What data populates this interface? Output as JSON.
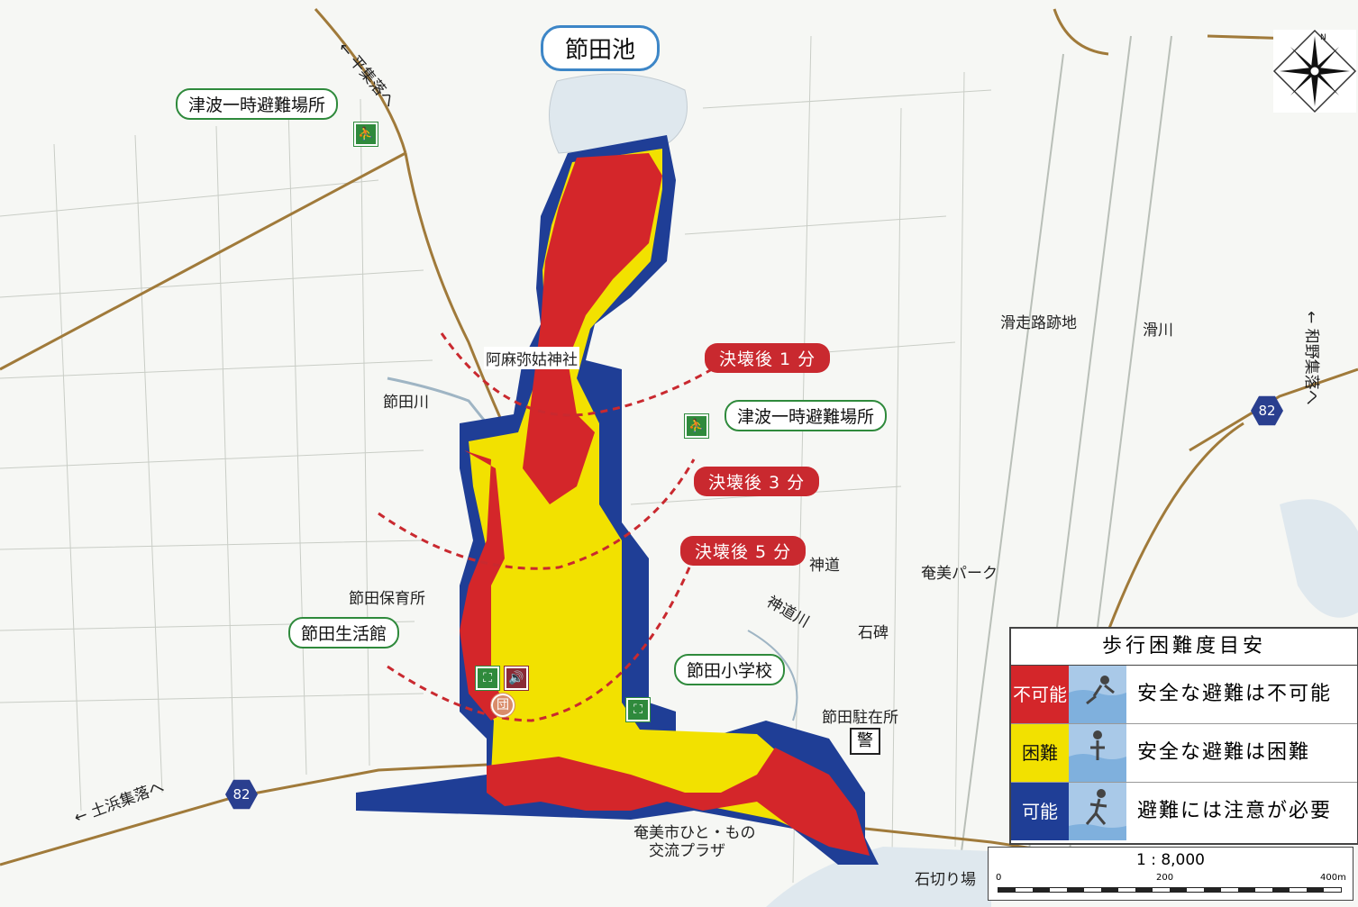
{
  "map": {
    "title": "節田池",
    "places": {
      "tsunami_refuge_a": "津波一時避難場所",
      "tsunami_refuge_b": "津波一時避難場所",
      "shrine": "阿麻弥姑神社",
      "river_setada": "節田川",
      "nursery": "節田保育所",
      "community_hall": "節田生活館",
      "elementary_school": "節田小学校",
      "kamimichi": "神道",
      "kamimichi_river": "神道川",
      "stone_monument": "石碑",
      "amami_park": "奄美パーク",
      "runway_ruins": "滑走路跡地",
      "namekawa": "滑川",
      "police_box": "節田駐在所",
      "plaza_line1": "奄美市ひと・もの",
      "plaza_line2": "交流プラザ",
      "quarry": "石切り場",
      "to_hira": "← 平集落へ",
      "to_wano": "← 和野集落へ",
      "to_dohama": "← 土浜集落へ"
    },
    "route_number": "82",
    "police_symbol": "警",
    "fire_symbol": "団",
    "breach_labels": [
      "決壊後 1 分",
      "決壊後 3 分",
      "決壊後 5 分"
    ]
  },
  "legend": {
    "title": "歩行困難度目安",
    "rows": [
      {
        "label": "不可能",
        "desc": "安全な避難は不可能",
        "color": "#d4262a"
      },
      {
        "label": "困難",
        "desc": "安全な避難は困難",
        "color": "#f2e100"
      },
      {
        "label": "可能",
        "desc": "避難には注意が必要",
        "color": "#1f3e96"
      }
    ]
  },
  "scale": {
    "ratio": "1 : 8,000",
    "ticks": [
      "0",
      "200",
      "400m"
    ]
  },
  "compass_label": "N"
}
